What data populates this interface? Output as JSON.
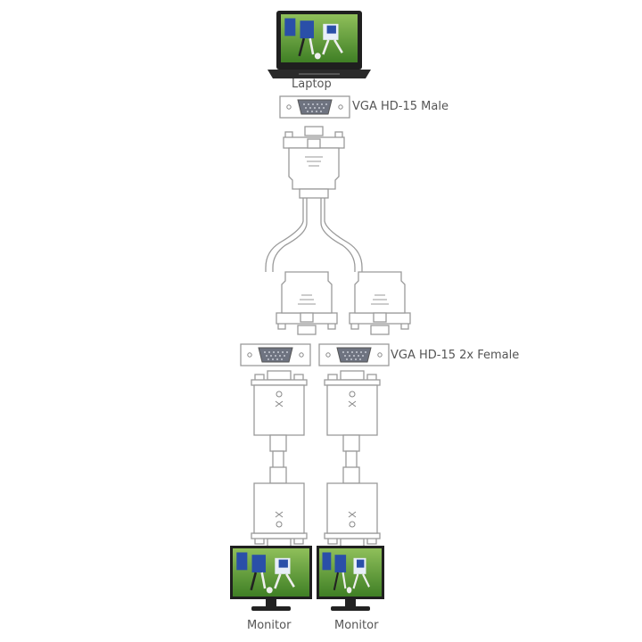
{
  "labels": {
    "laptop": "Laptop",
    "male": "VGA HD-15 Male",
    "female": "VGA HD-15 2x Female",
    "monitor_left": "Monitor",
    "monitor_right": "Monitor"
  },
  "colors": {
    "line": "#9a9a9a",
    "text": "#555555",
    "port": "#6e7380",
    "device": "#1f1f1f",
    "screen_grass": "#4f8f2e",
    "jersey": "#2a4fa8"
  }
}
